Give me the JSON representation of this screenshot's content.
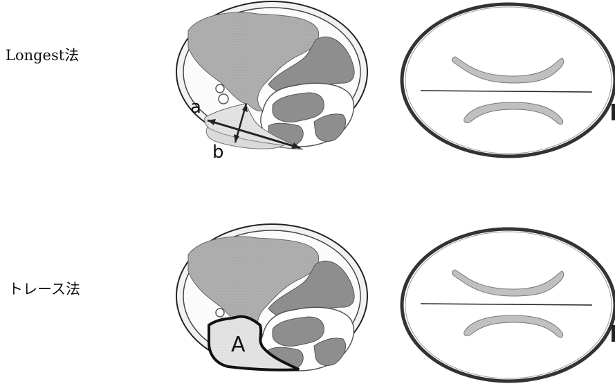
{
  "labels": {
    "longest_method": "Longest法",
    "trace_method": "トレース法"
  },
  "annotations": {
    "a": "a",
    "b": "b",
    "A": "A"
  },
  "colors": {
    "outline": "#222222",
    "gray_fill": "#a8a8a8",
    "dark_gray_fill": "#8c8c8c",
    "light_fill": "#e6e6e6",
    "thick_outline": "#111111"
  }
}
